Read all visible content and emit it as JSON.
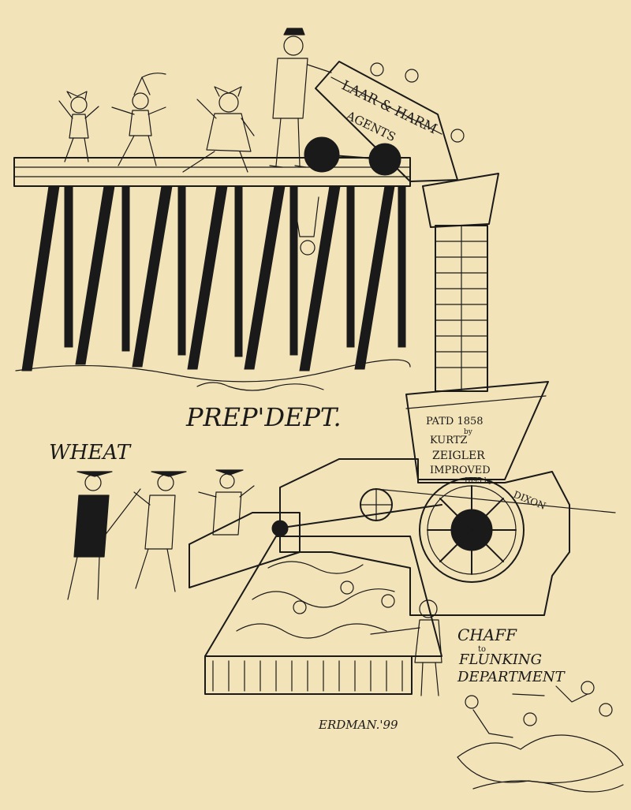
{
  "labels": {
    "cart_line1": "LAAR & HARM",
    "cart_line2": "AGENTS",
    "prep_dept": "PREP'DEPT.",
    "wheat": "WHEAT",
    "machine_line1": "PATD 1858",
    "machine_line2": "by",
    "machine_line3": "KURTZ",
    "machine_line4": "ZEIGLER",
    "machine_line5": "IMPROVED",
    "machine_line6": "1895 by",
    "chaff_line1": "CHAFF",
    "chaff_line2": "to",
    "chaff_line3": "FLUNKING",
    "chaff_line4": "DEPARTMENT",
    "signature": "ERDMAN.'99",
    "wheel_label": "DIXON"
  },
  "colors": {
    "paper": "#f3e3b8",
    "ink": "#1a1a1a"
  }
}
